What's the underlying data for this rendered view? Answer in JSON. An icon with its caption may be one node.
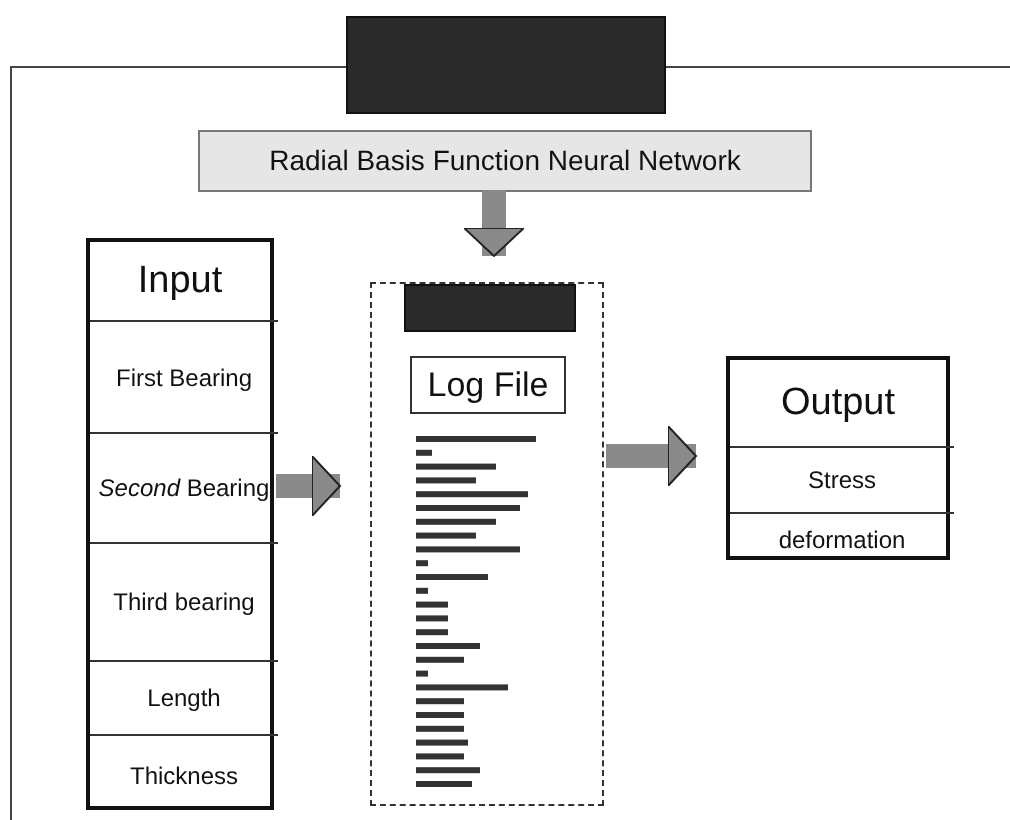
{
  "diagram": {
    "nodes": [
      {
        "text": [],
        "shape": "box"
      },
      {
        "text": [],
        "shape": "box"
      },
      {
        "text": [
          "Radial Basis Function Neural Network"
        ],
        "in": 0
      },
      {
        "text": [
          "Input"
        ],
        "in": 0
      },
      {
        "text": [
          "First Bearing"
        ],
        "in": 3
      },
      {
        "text": [
          "*Second* Bearing"
        ],
        "in": 3
      },
      {
        "text": [
          "Third bearing"
        ],
        "in": 3
      },
      {
        "text": [
          "Length"
        ],
        "in": 3
      },
      {
        "text": [
          "Thickness"
        ],
        "in": 3
      },
      {
        "text": [],
        "shape": "box",
        "in": 0
      },
      {
        "text": [],
        "shape": "box",
        "in": 9
      },
      {
        "text": [
          "Log File"
        ],
        "in": 9
      },
      {
        "text": [
          "Output"
        ],
        "in": 0
      },
      {
        "text": [
          "Stress"
        ],
        "in": 12
      },
      {
        "text": [
          "deformation"
        ],
        "in": 12
      }
    ],
    "edges": [
      {
        "from": 2,
        "to": 9,
        "arrow": "to"
      },
      {
        "from": 3,
        "to": 9,
        "arrow": "to"
      },
      {
        "from": 9,
        "to": 12,
        "arrow": "to"
      }
    ]
  }
}
